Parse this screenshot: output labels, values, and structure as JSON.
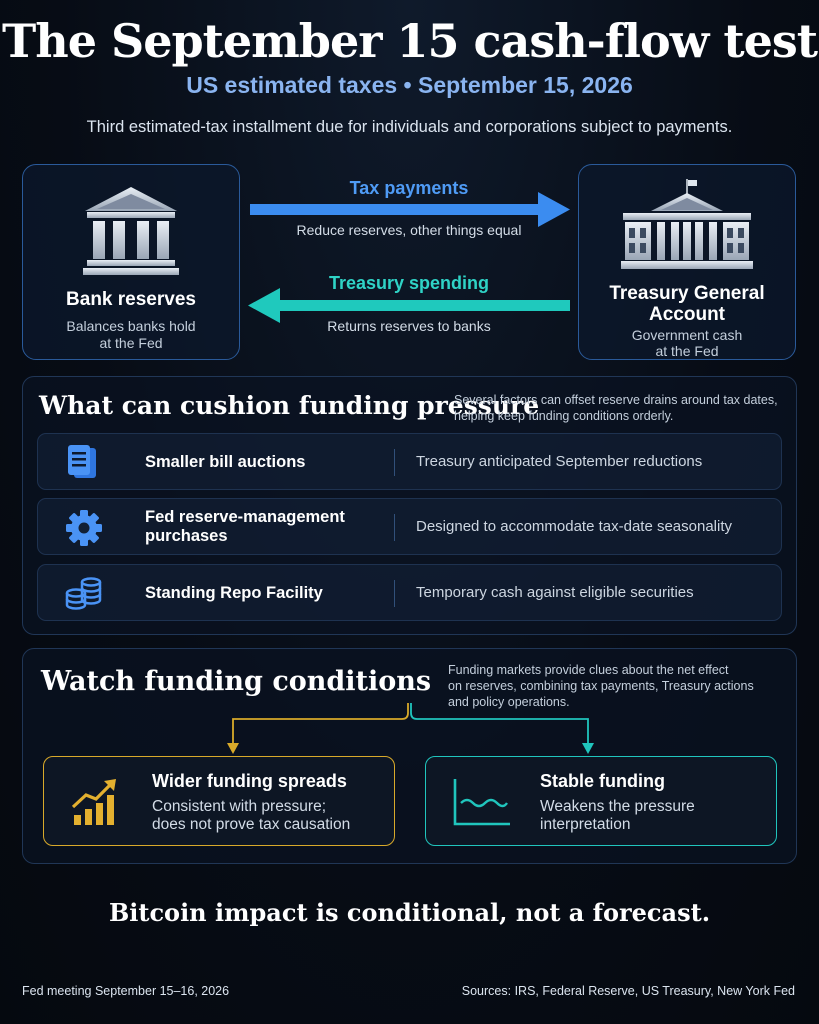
{
  "header": {
    "title": "The September 15 cash-flow test",
    "subtitle": "US estimated taxes • September 15, 2026",
    "intro": "Third estimated-tax installment due for individuals and corporations subject to payments."
  },
  "flow": {
    "bank": {
      "icon": "bank-building-icon",
      "title": "Bank reserves",
      "subtitle_line1": "Balances banks hold",
      "subtitle_line2": "at the Fed"
    },
    "treasury": {
      "icon": "treasury-building-icon",
      "title_line1": "Treasury General",
      "title_line2": "Account",
      "subtitle_line1": "Government cash",
      "subtitle_line2": "at the Fed"
    },
    "tax_payments": {
      "label": "Tax payments",
      "note": "Reduce reserves, other things equal",
      "direction": "bank-to-treasury",
      "color": "#3b8cf0"
    },
    "treasury_spending": {
      "label": "Treasury spending",
      "note": "Returns reserves to banks",
      "direction": "treasury-to-bank",
      "color": "#1fc9bd"
    }
  },
  "cushion": {
    "heading": "What can cushion funding pressure",
    "note_line1": "Several factors can offset reserve drains around tax dates,",
    "note_line2": "helping keep funding conditions orderly.",
    "items": [
      {
        "icon": "document-stack-icon",
        "name_line1": "Smaller bill auctions",
        "name_line2": "",
        "description": "Treasury anticipated September reductions"
      },
      {
        "icon": "gear-icon",
        "name_line1": "Fed reserve-management",
        "name_line2": "purchases",
        "description": "Designed to accommodate tax-date seasonality"
      },
      {
        "icon": "coin-stack-icon",
        "name_line1": "Standing Repo Facility",
        "name_line2": "",
        "description": "Temporary cash against eligible securities"
      }
    ]
  },
  "watch": {
    "heading": "Watch funding conditions",
    "note_line1": "Funding markets provide clues about the net effect",
    "note_line2": "on reserves, combining tax payments, Treasury actions",
    "note_line3": "and policy operations.",
    "outcomes": [
      {
        "icon": "rising-bar-chart-icon",
        "title": "Wider funding spreads",
        "desc_line1": "Consistent with pressure;",
        "desc_line2": "does not prove tax causation",
        "color": "#d8a92a"
      },
      {
        "icon": "stable-wave-chart-icon",
        "title": "Stable funding",
        "desc_line1": "Weakens the pressure",
        "desc_line2": "interpretation",
        "color": "#20c5bd"
      }
    ]
  },
  "conclusion": "Bitcoin impact is conditional, not a forecast.",
  "footer": {
    "left": "Fed meeting September 15–16, 2026",
    "right": "Sources: IRS, Federal Reserve, US Treasury, New York Fed"
  }
}
